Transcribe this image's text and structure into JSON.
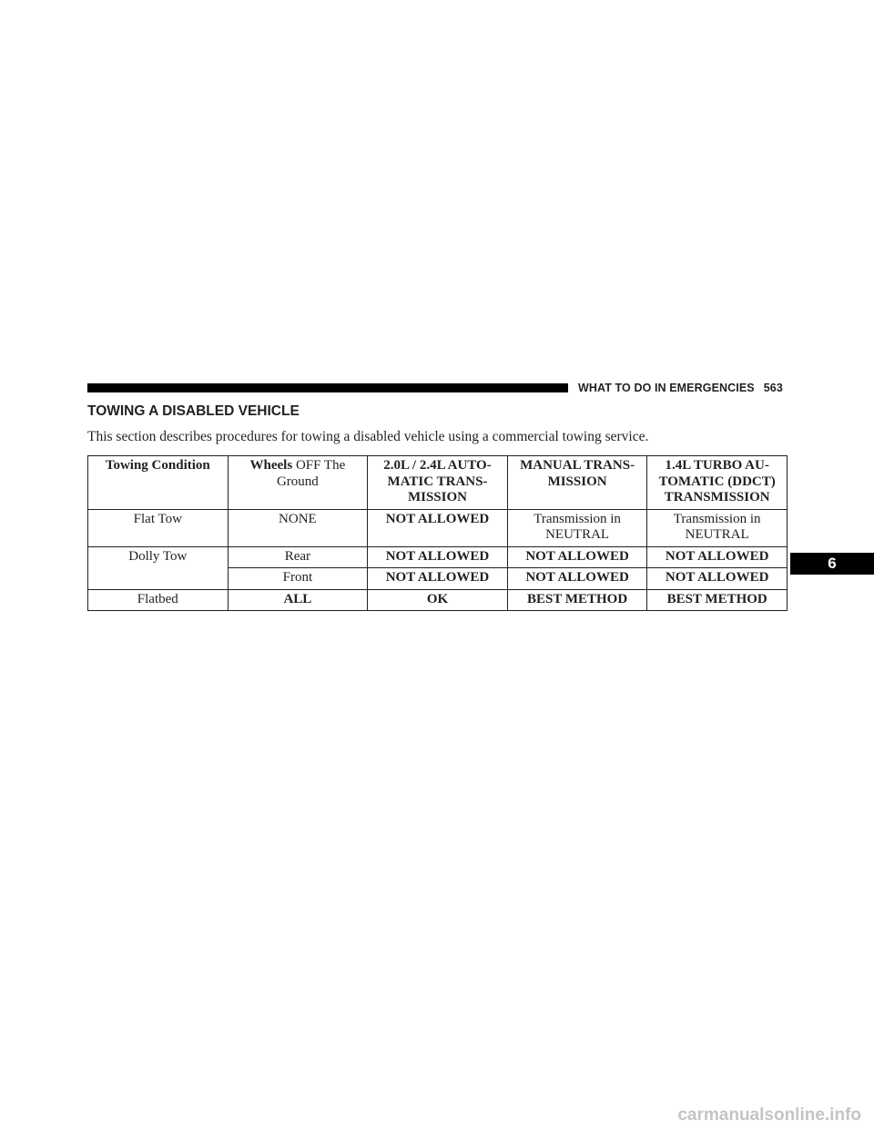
{
  "header": {
    "section": "WHAT TO DO IN EMERGENCIES",
    "page_number": "563"
  },
  "chapter_tab": "6",
  "title": "TOWING A DISABLED VEHICLE",
  "intro": "This section describes procedures for towing a disabled vehicle using a commercial towing service.",
  "table": {
    "headers": {
      "towing_condition": "Towing Condition",
      "wheels_bold": "Wheels",
      "wheels_rest": " OFF The Ground",
      "col_auto": "2.0L / 2.4L AUTO-MATIC TRANS-MISSION",
      "col_manual": "MANUAL TRANS-MISSION",
      "col_ddct": "1.4L TURBO AU-TOMATIC (DDCT) TRANSMISSION"
    },
    "rows": [
      {
        "condition": "Flat Tow",
        "wheels": "NONE",
        "auto": "NOT ALLOWED",
        "manual": "Transmission in NEUTRAL",
        "ddct": "Transmission in NEUTRAL"
      },
      {
        "condition": "Dolly Tow",
        "wheels": "Rear",
        "auto": "NOT ALLOWED",
        "manual": "NOT ALLOWED",
        "ddct": "NOT ALLOWED"
      },
      {
        "wheels": "Front",
        "auto": "NOT ALLOWED",
        "manual": "NOT ALLOWED",
        "ddct": "NOT ALLOWED"
      },
      {
        "condition": "Flatbed",
        "wheels": "ALL",
        "auto": "OK",
        "manual": "BEST METHOD",
        "ddct": "BEST METHOD"
      }
    ]
  },
  "watermark": "carmanualsonline.info"
}
